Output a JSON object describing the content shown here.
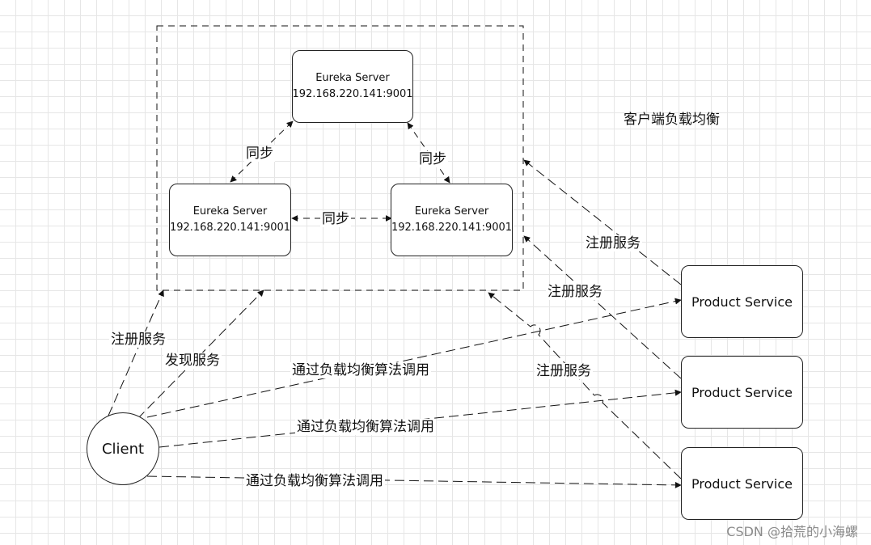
{
  "eureka_servers": [
    {
      "name": "Eureka Server",
      "address": "192.168.220.141:9001"
    },
    {
      "name": "Eureka Server",
      "address": "192.168.220.141:9001"
    },
    {
      "name": "Eureka Server",
      "address": "192.168.220.141:9001"
    }
  ],
  "sync_labels": [
    "同步",
    "同步",
    "同步"
  ],
  "title": "客户端负载均衡",
  "product_services": [
    "Product Service",
    "Product Service",
    "Product Service"
  ],
  "client": "Client",
  "register_labels": [
    "注册服务",
    "注册服务",
    "注册服务",
    "注册服务"
  ],
  "discover_label": "发现服务",
  "lb_call_labels": [
    "通过负载均衡算法调用",
    "通过负载均衡算法调用",
    "通过负载均衡算法调用"
  ],
  "watermark": "CSDN @拾荒的小海螺"
}
